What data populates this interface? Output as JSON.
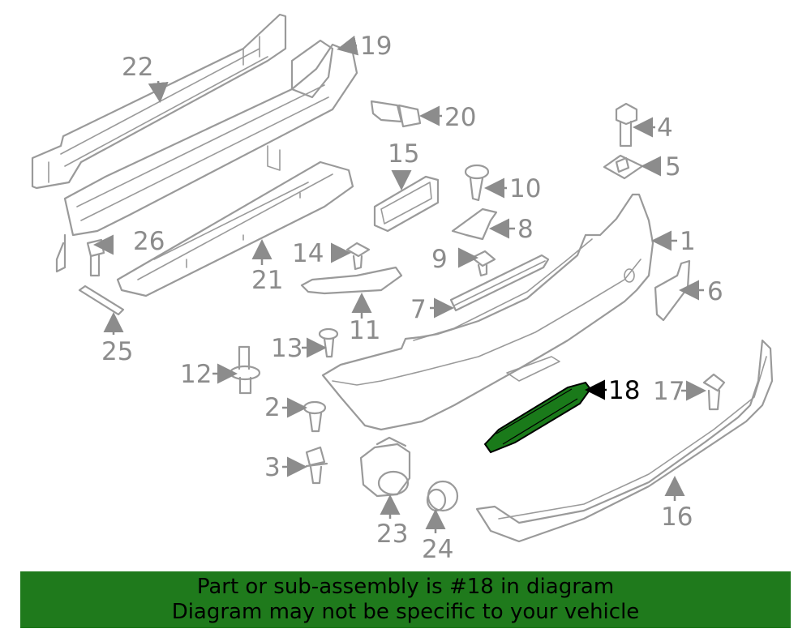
{
  "diagram": {
    "highlight_color": "#1a7a1a",
    "banner_color": "#1f7a1c",
    "highlighted_part": "18",
    "callouts": [
      "1",
      "2",
      "3",
      "4",
      "5",
      "6",
      "7",
      "8",
      "9",
      "10",
      "11",
      "12",
      "13",
      "14",
      "15",
      "16",
      "17",
      "18",
      "19",
      "20",
      "21",
      "22",
      "23",
      "24",
      "25",
      "26"
    ]
  },
  "banner": {
    "line1": "Part or sub-assembly is #18 in diagram",
    "line2": "Diagram may not be specific to your vehicle"
  }
}
